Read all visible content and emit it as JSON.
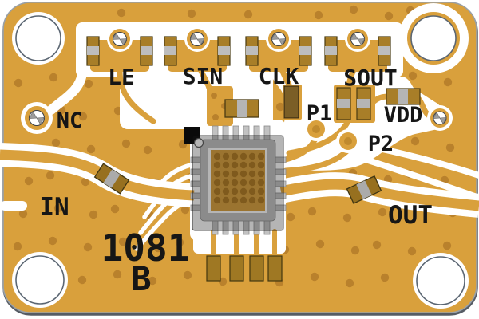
{
  "board": {
    "name": "evaluation-board",
    "silkscreen": {
      "le": "LE",
      "sin": "SIN",
      "clk": "CLK",
      "sout": "SOUT",
      "nc": "NC",
      "p1": "P1",
      "p2": "P2",
      "vdd": "VDD",
      "in": "IN",
      "out": "OUT",
      "part_number": "1081",
      "revision": "B"
    },
    "colors": {
      "copper": "#D9A03C",
      "via_dot": "#B9812C",
      "mask_opening": "#FFFFFF",
      "silkscreen_text": "#161616",
      "component_body": "#A87E28",
      "component_band": "#BDBDBD",
      "ic_overlay": "rgba(25,25,25,0.32)",
      "pad_gray": "#C2C2C2",
      "board_outline": "#98A0A8",
      "pin1_marker": "#0A0A0A"
    }
  }
}
